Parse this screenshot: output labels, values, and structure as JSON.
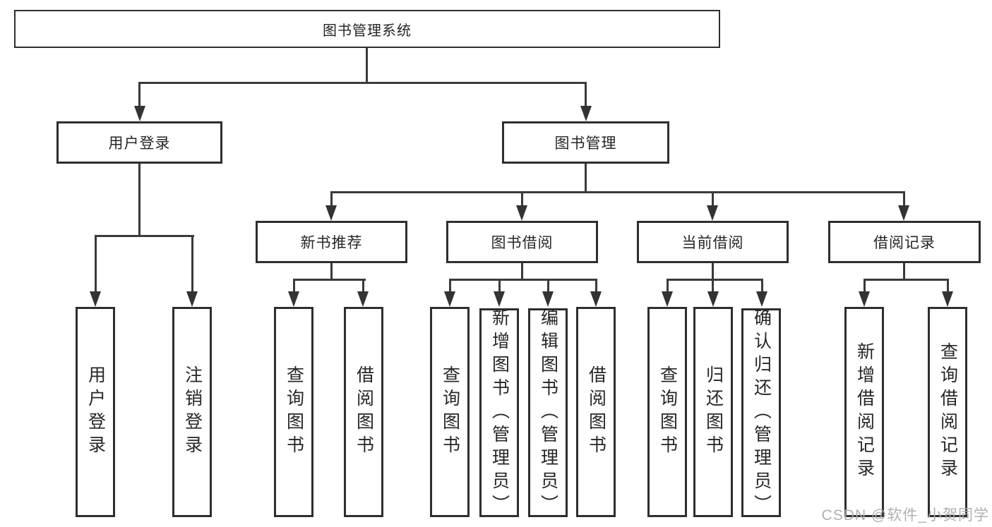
{
  "diagram": {
    "title": "图书管理系统",
    "root": {
      "label": "图书管理系统"
    },
    "level2": [
      {
        "label": "用户登录"
      },
      {
        "label": "图书管理"
      }
    ],
    "level3": [
      {
        "label": "新书推荐"
      },
      {
        "label": "图书借阅"
      },
      {
        "label": "当前借阅"
      },
      {
        "label": "借阅记录"
      }
    ],
    "leaves": {
      "user_login": [
        "用户登录",
        "注销登录"
      ],
      "new_book": [
        "查询图书",
        "借阅图书"
      ],
      "book_borrow": [
        "查询图书",
        "新增图书（管理员）",
        "编辑图书（管理员）",
        "借阅图书"
      ],
      "current_borrow": [
        "查询图书",
        "归还图书",
        "确认归还（管理员）"
      ],
      "borrow_records": [
        "新增借阅记录",
        "查询借阅记录"
      ]
    },
    "colors": {
      "box_border": "#2e2e2e",
      "connector": "#3a3a3a",
      "text": "#262626",
      "background": "#ffffff",
      "watermark": "#acacac"
    }
  },
  "watermark": {
    "text": "CSDN @软件_小贺同学"
  }
}
